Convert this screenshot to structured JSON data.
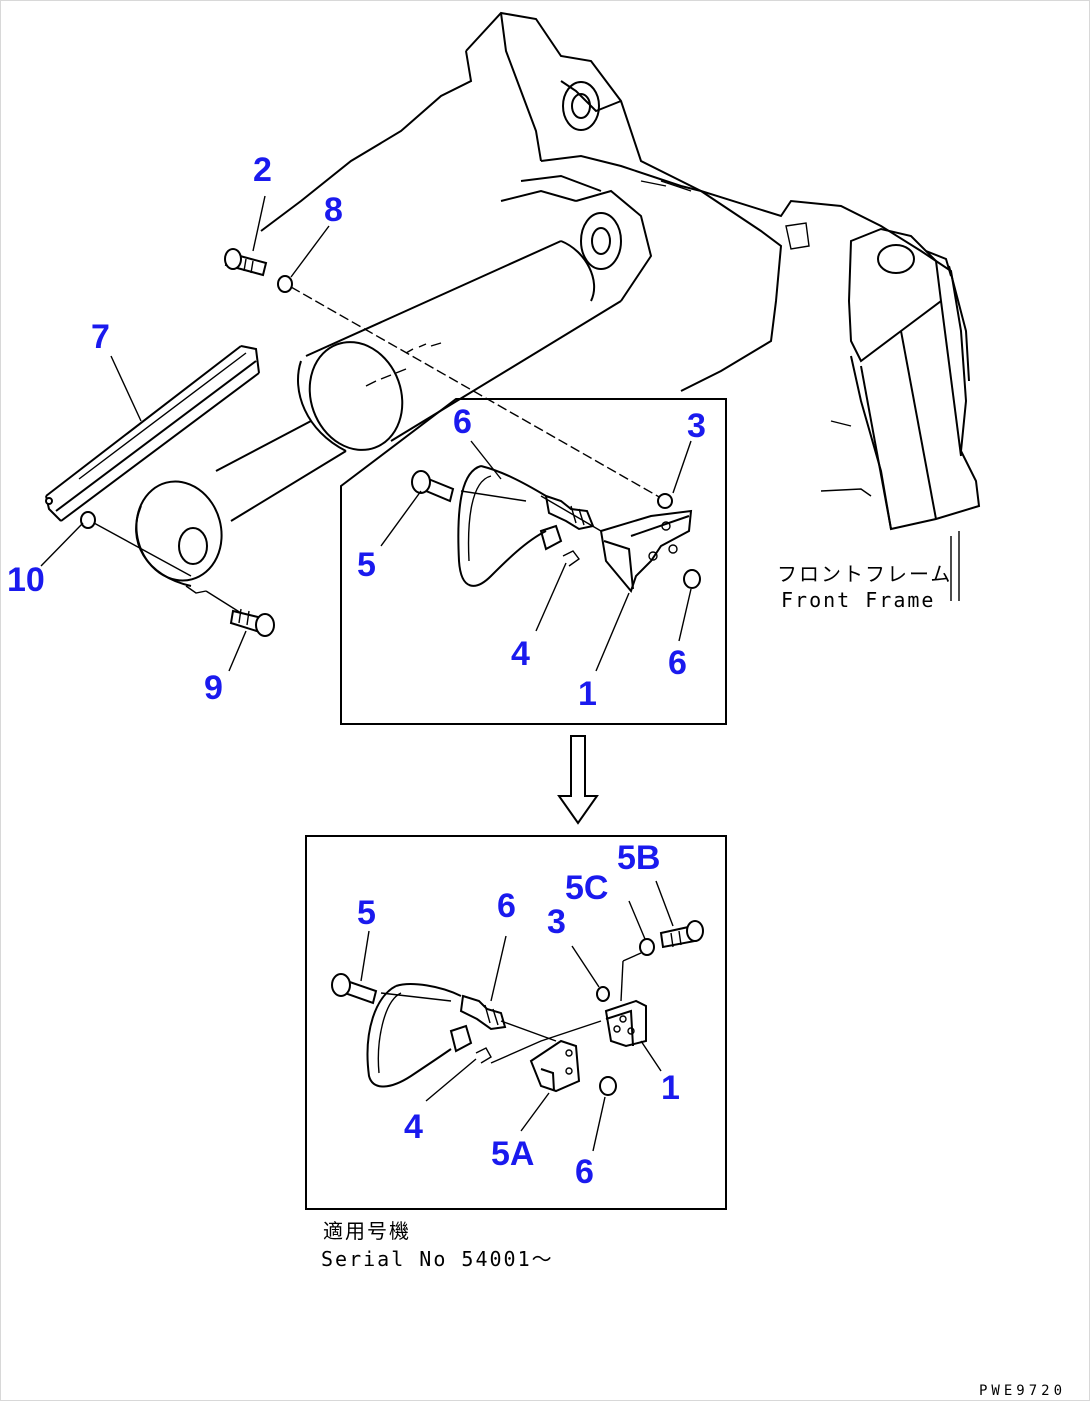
{
  "callouts": {
    "top": {
      "c2": "2",
      "c8": "8",
      "c7": "7",
      "c10": "10",
      "c9": "9"
    },
    "box1": {
      "c6a": "6",
      "c3": "3",
      "c5": "5",
      "c4": "4",
      "c1": "1",
      "c6b": "6"
    },
    "box2": {
      "c5b": "5B",
      "c5c": "5C",
      "c5": "5",
      "c6a": "6",
      "c3": "3",
      "c1": "1",
      "c4": "4",
      "c5a": "5A",
      "c6b": "6"
    }
  },
  "labels": {
    "front_frame_jp": "フロントフレーム",
    "front_frame_en": "Front Frame",
    "serial_jp": "適用号機",
    "serial_en": "Serial No 54001〜",
    "drawing_code": "PWE9720"
  },
  "colors": {
    "callout": "#1a1aee",
    "line": "#000000",
    "background": "#ffffff"
  }
}
